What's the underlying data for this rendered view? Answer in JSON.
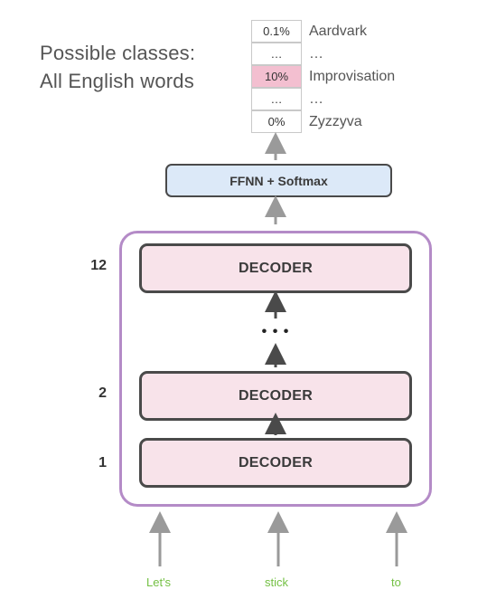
{
  "heading": {
    "line1": "Possible classes:",
    "line2": "All English words"
  },
  "vocab": [
    {
      "prob": "0.1%",
      "word": "Aardvark",
      "highlight": false
    },
    {
      "prob": "…",
      "word": "…",
      "highlight": false
    },
    {
      "prob": "10%",
      "word": "Improvisation",
      "highlight": true
    },
    {
      "prob": "…",
      "word": "…",
      "highlight": false
    },
    {
      "prob": "0%",
      "word": "Zyzzyva",
      "highlight": false
    }
  ],
  "ffnn_label": "FFNN + Softmax",
  "decoders": [
    {
      "label": "DECODER",
      "layer": "12"
    },
    {
      "label": "DECODER",
      "layer": "2"
    },
    {
      "label": "DECODER",
      "layer": "1"
    }
  ],
  "ellipsis": "• • •",
  "tokens": [
    "Let's",
    "stick",
    "to"
  ],
  "colors": {
    "stack_border": "#b48bc7",
    "decoder_fill": "#f8e3ea",
    "ffnn_fill": "#dce9f8",
    "highlight_fill": "#f3bfd0",
    "token_text": "#74c044"
  }
}
